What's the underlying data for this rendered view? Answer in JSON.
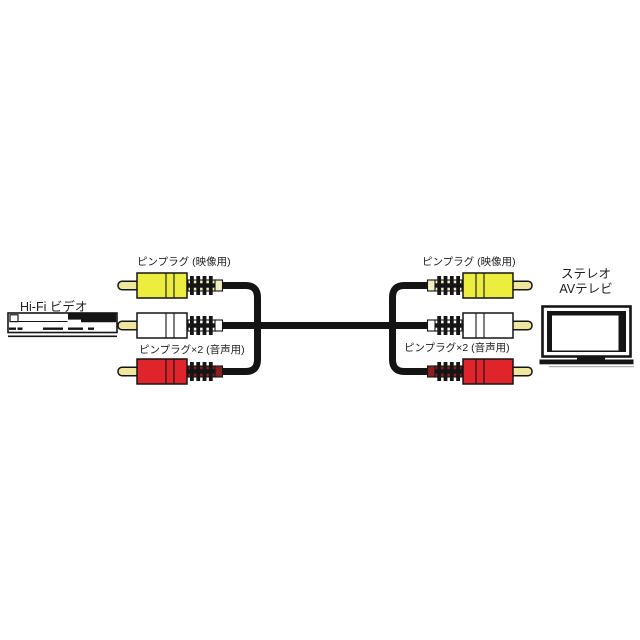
{
  "diagram": {
    "source_device_label": "Hi-Fi ビデオ",
    "destination_device_label_line1": "ステレオ",
    "destination_device_label_line2": "AVテレビ",
    "left_connectors": {
      "video_label": "ピンプラグ (映像用)",
      "audio_label": "ピンプラグ×2 (音声用)"
    },
    "right_connectors": {
      "video_label": "ピンプラグ (映像用)",
      "audio_label": "ピンプラグ×2 (音声用)"
    }
  },
  "colors": {
    "video_plug_yellow": "#eded3f",
    "audio_plug_white": "#ffffff",
    "audio_plug_red": "#df252b",
    "plug_pin_pale_yellow": "#efe79b",
    "cap_pale_yellow": "#f2eec2",
    "cap_white": "#ffffff",
    "cap_dark_red": "#8a2020",
    "cable_black": "#141414",
    "text": "#1e1e1e",
    "background": "#ffffff"
  }
}
